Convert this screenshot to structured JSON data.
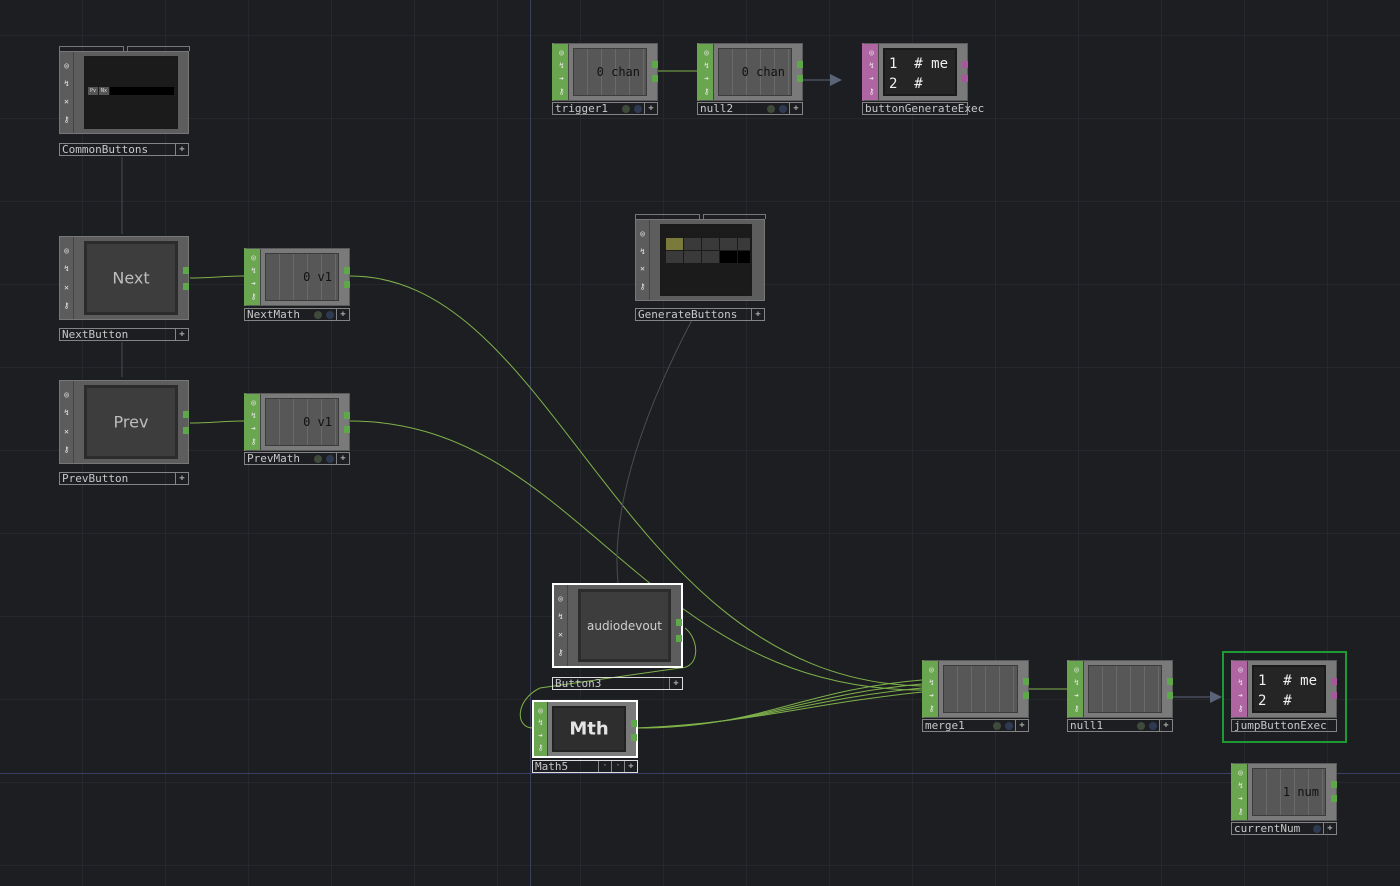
{
  "app": "TouchDesigner network editor",
  "colors": {
    "background": "#1d1e22",
    "chop": "#6aa64f",
    "dat": "#b065a3",
    "wire": "#7fb24a",
    "selected_outline": "#1d9a35"
  },
  "nodes": {
    "commonButtons": {
      "name": "CommonButtons",
      "type": "COMP"
    },
    "nextButton": {
      "name": "NextButton",
      "type": "COMP",
      "panel_text": "Next"
    },
    "prevButton": {
      "name": "PrevButton",
      "type": "COMP",
      "panel_text": "Prev"
    },
    "nextMath": {
      "name": "NextMath",
      "type": "CHOP",
      "readout": "0 v1"
    },
    "prevMath": {
      "name": "PrevMath",
      "type": "CHOP",
      "readout": "0 v1"
    },
    "trigger1": {
      "name": "trigger1",
      "type": "CHOP",
      "readout": "0 chan"
    },
    "null2": {
      "name": "null2",
      "type": "CHOP",
      "readout": "0 chan"
    },
    "buttonGenerateExec": {
      "name": "buttonGenerateExec",
      "type": "DAT",
      "lines": [
        "1  # me",
        "2  #"
      ]
    },
    "generateButtons": {
      "name": "GenerateButtons",
      "type": "COMP"
    },
    "button3": {
      "name": "Button3",
      "type": "COMP",
      "panel_text": "audiodevout"
    },
    "math5": {
      "name": "Math5",
      "type": "CHOP",
      "panel_text": "Mth"
    },
    "merge1": {
      "name": "merge1",
      "type": "CHOP"
    },
    "null1": {
      "name": "null1",
      "type": "CHOP"
    },
    "jumpButtonExec": {
      "name": "jumpButtonExec",
      "type": "DAT",
      "lines": [
        "1  # me",
        "2  #"
      ]
    },
    "currentNum": {
      "name": "currentNum",
      "type": "CHOP",
      "readout": "1 num"
    }
  }
}
